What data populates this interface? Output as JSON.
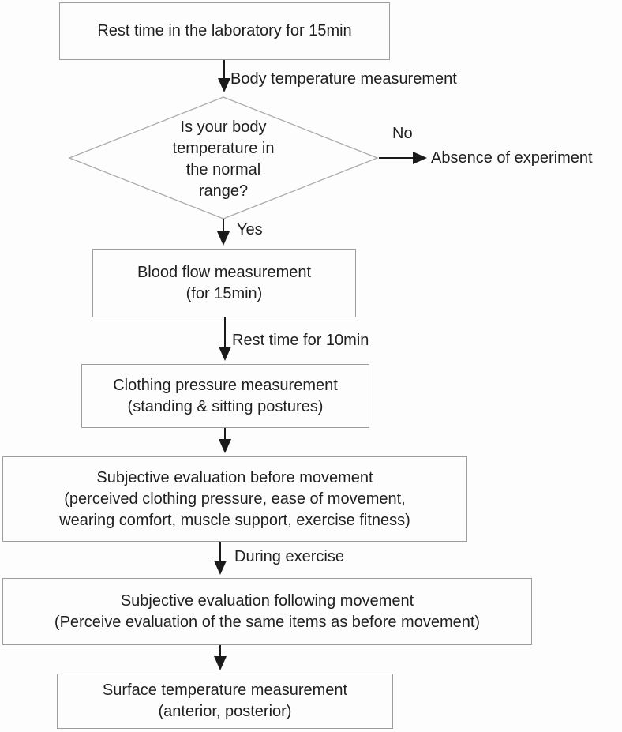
{
  "flowchart": {
    "nodes": {
      "rest": {
        "text": "Rest time in the laboratory for 15min"
      },
      "decision": {
        "lines": [
          "Is your body",
          "temperature in",
          "the normal",
          "range?"
        ]
      },
      "blood": {
        "lines": [
          "Blood flow measurement",
          "(for 15min)"
        ]
      },
      "clothing": {
        "lines": [
          "Clothing pressure measurement",
          "(standing & sitting postures)"
        ]
      },
      "subjective_before": {
        "lines": [
          "Subjective evaluation before movement",
          "(perceived clothing pressure, ease of movement,",
          "wearing comfort, muscle support, exercise fitness)"
        ]
      },
      "subjective_following": {
        "lines": [
          "Subjective evaluation following movement",
          "(Perceive evaluation of the same items as before movement)"
        ]
      },
      "surface": {
        "lines": [
          "Surface temperature measurement",
          "(anterior, posterior)"
        ]
      },
      "absence": {
        "text": "Absence of experiment"
      }
    },
    "edge_labels": {
      "body_temperature": "Body temperature measurement",
      "no": "No",
      "yes": "Yes",
      "rest_10min": "Rest time for 10min",
      "during_exercise": "During exercise"
    },
    "colors": {
      "background": "#fdfdfd",
      "box_border": "#9d9d9d",
      "diamond_border": "#ababab",
      "arrow": "#1a1a1a",
      "text": "#1f1f1f"
    }
  }
}
